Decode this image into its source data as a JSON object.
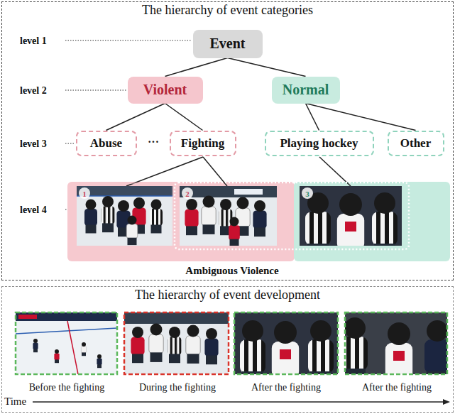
{
  "diagram": {
    "nodes": [
      {
        "text": [
          "The hierarchy of event categories"
        ]
      },
      {
        "text": [
          "Event"
        ],
        "in": 0
      },
      {
        "text": [
          "Violent"
        ],
        "in": 0
      },
      {
        "text": [
          "Normal"
        ],
        "in": 0
      },
      {
        "text": [
          "Abuse"
        ],
        "in": 0
      },
      {
        "text": [
          "Fighting"
        ],
        "in": 0
      },
      {
        "text": [
          "Playing hockey"
        ],
        "in": 0
      },
      {
        "text": [
          "Other"
        ],
        "in": 0
      },
      {
        "text": [
          "The hierarchy of event development"
        ]
      }
    ],
    "edges": [
      {
        "from": 1,
        "to": 2,
        "arrow": "none"
      },
      {
        "from": 1,
        "to": 3,
        "arrow": "none"
      },
      {
        "from": 2,
        "to": 4,
        "arrow": "none"
      },
      {
        "from": 2,
        "to": 5,
        "arrow": "none"
      },
      {
        "from": 3,
        "to": 6,
        "arrow": "none"
      },
      {
        "from": 3,
        "to": 7,
        "arrow": "none"
      }
    ],
    "labels": [
      "level 1",
      "level 2",
      "level 3",
      "level 4",
      "···",
      "1",
      "2",
      "3",
      "Ambiguous Violence",
      "Before the fighting",
      "During the fighting",
      "After the fighting",
      "After the fighting",
      "Time"
    ]
  }
}
